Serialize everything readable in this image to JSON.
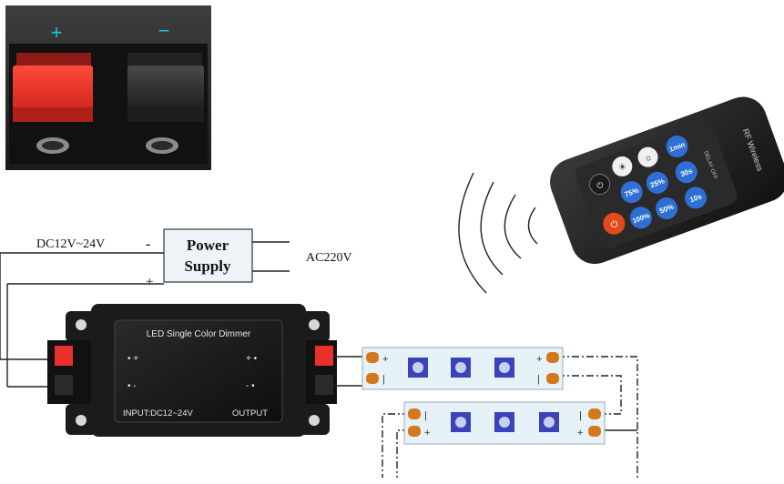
{
  "terminal_photo": {
    "plus_label": "+",
    "minus_label": "−"
  },
  "power_supply": {
    "line1": "Power",
    "line2": "Supply",
    "dc_label": "DC12V~24V",
    "ac_label": "AC220V",
    "minus_mark": "-",
    "plus_mark": "+"
  },
  "dimmer": {
    "title": "LED  Single  Color  Dimmer",
    "input_label": "INPUT:DC12~24V",
    "output_label": "OUTPUT",
    "left_plus": "• +",
    "left_minus": "• -",
    "right_plus": "+ •",
    "right_minus": "- •"
  },
  "remote": {
    "brand": "RF Wireless",
    "delay_label": "DELAY OFF",
    "buttons": [
      "75%",
      "25%",
      "100%",
      "50%",
      "1min",
      "30s",
      "10s"
    ]
  },
  "strip1": {
    "plus": "+",
    "minus": "|",
    "plus_right": "+",
    "minus_right": "|"
  },
  "strip2": {
    "plus": "+",
    "minus": "|",
    "plus_right": "+",
    "minus_right": "|"
  },
  "colors": {
    "red_terminal": "#e8302c",
    "dimmer_body": "#1b1b1b",
    "remote_body": "#1e1e1e",
    "remote_key": "#2e6fd4",
    "power_key": "#e24a1c",
    "led_chip": "#3a43b8",
    "strip": "#e6f2f8",
    "pad": "#d4781e",
    "plus_cyan": "#19c6d6"
  }
}
